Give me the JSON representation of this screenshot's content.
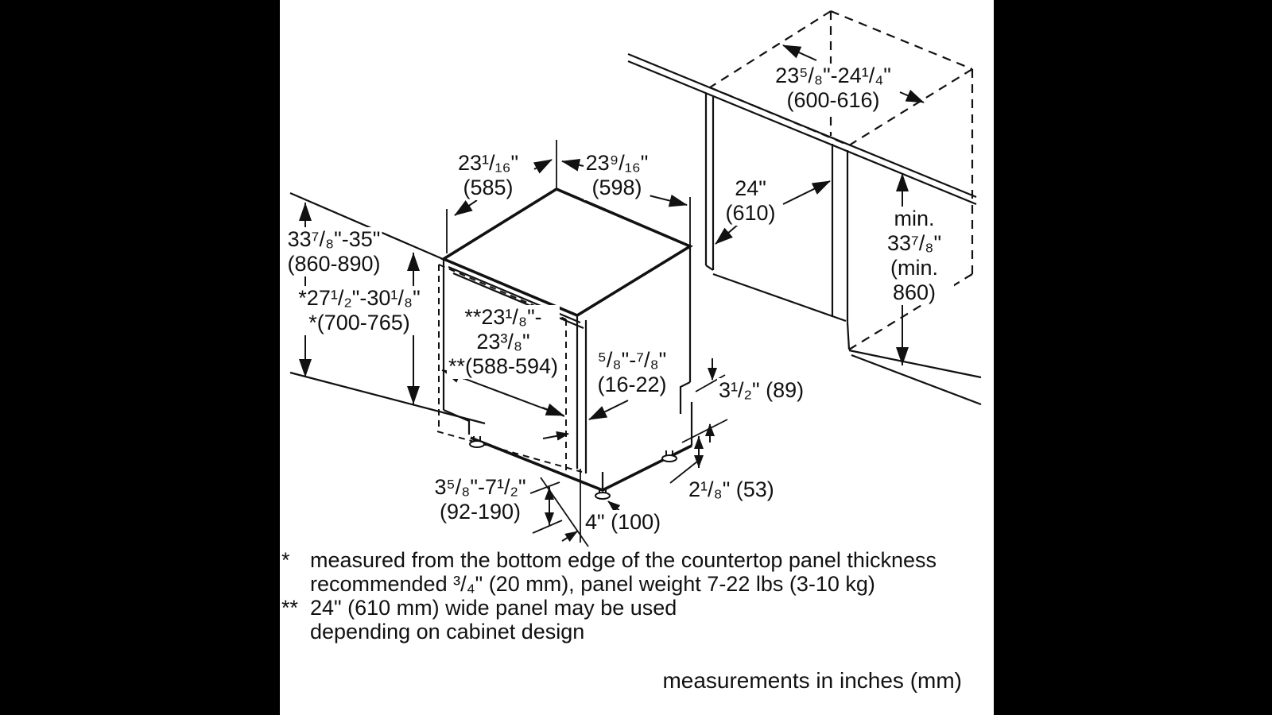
{
  "diagram": {
    "title_implicit": "dishwasher installation dimensions",
    "labels": {
      "top_width_left": "23¹/₁₆\"\n(585)",
      "top_width_right": "23⁹/₁₆\"\n(598)",
      "counter_depth": "23⁵/₈\"-24¹/₄\"\n(600-616)",
      "opening_width": "24\"\n(610)",
      "min_height": "min. 33⁷/₈\"\n(min. 860)",
      "total_height": "33⁷/₈\"-35\"\n(860-890)",
      "door_height": "*27¹/₂\"-30¹/₈\"\n*(700-765)",
      "panel_width": "**23¹/₈\"-\n23³/₈\"\n**(588-594)",
      "panel_thickness": "⁵/₈\"-⁷/₈\"\n(16-22)",
      "toe_kick_height": "3¹/₂\" (89)",
      "toe_kick_depth": "2¹/₈\" (53)",
      "leveling_range": "3⁵/₈\"-7¹/₂\"\n(92-190)",
      "foot_offset": "4\" (100)"
    },
    "footnotes": [
      {
        "marker": "*",
        "text": "measured from the bottom edge of the countertop panel thickness\nrecommended  ³/₄\" (20 mm), panel weight 7-22 lbs (3-10 kg)"
      },
      {
        "marker": "**",
        "text": "24\" (610 mm) wide panel may be used\ndepending on cabinet design"
      }
    ],
    "footer_note": "measurements in inches (mm)",
    "colors": {
      "line": "#111111",
      "background": "#ffffff",
      "matte": "#000000"
    }
  }
}
